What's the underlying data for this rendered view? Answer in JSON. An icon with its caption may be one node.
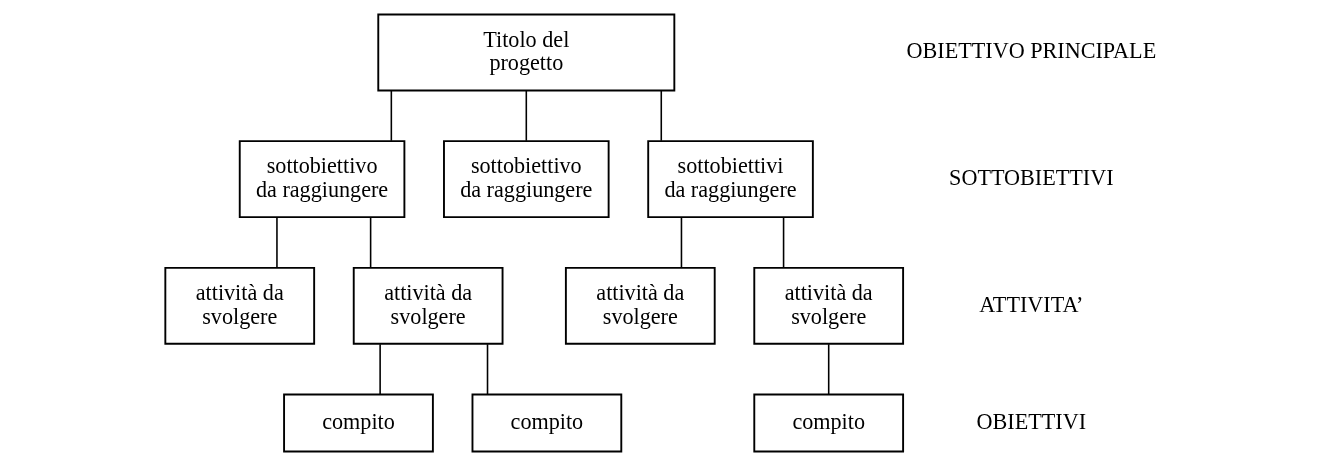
{
  "diagram": {
    "nodes": [
      {
        "text": [
          "Titolo del progetto"
        ]
      },
      {
        "text": [
          "sottobiettivo da raggiungere"
        ]
      },
      {
        "text": [
          "sottobiettivo da raggiungere"
        ]
      },
      {
        "text": [
          "sottobiettivi da raggiungere"
        ]
      },
      {
        "text": [
          "attività da svolgere"
        ]
      },
      {
        "text": [
          "attività da svolgere"
        ]
      },
      {
        "text": [
          "attività da svolgere"
        ]
      },
      {
        "text": [
          "attività da svolgere"
        ]
      },
      {
        "text": [
          "compito"
        ]
      },
      {
        "text": [
          "compito"
        ]
      },
      {
        "text": [
          "compito"
        ]
      }
    ],
    "edges": [
      {
        "from": 0,
        "to": 1,
        "arrow": "none"
      },
      {
        "from": 0,
        "to": 2,
        "arrow": "none"
      },
      {
        "from": 0,
        "to": 3,
        "arrow": "none"
      },
      {
        "from": 1,
        "to": 4,
        "arrow": "none"
      },
      {
        "from": 1,
        "to": 5,
        "arrow": "none"
      },
      {
        "from": 3,
        "to": 6,
        "arrow": "none"
      },
      {
        "from": 3,
        "to": 7,
        "arrow": "none"
      },
      {
        "from": 5,
        "to": 8,
        "arrow": "none"
      },
      {
        "from": 5,
        "to": 9,
        "arrow": "none"
      },
      {
        "from": 7,
        "to": 10,
        "arrow": "none"
      }
    ],
    "labels": [
      "OBIETTIVO PRINCIPALE",
      "SOTTOBIETTIVI",
      "ATTIVITA’",
      "OBIETTIVI"
    ]
  }
}
